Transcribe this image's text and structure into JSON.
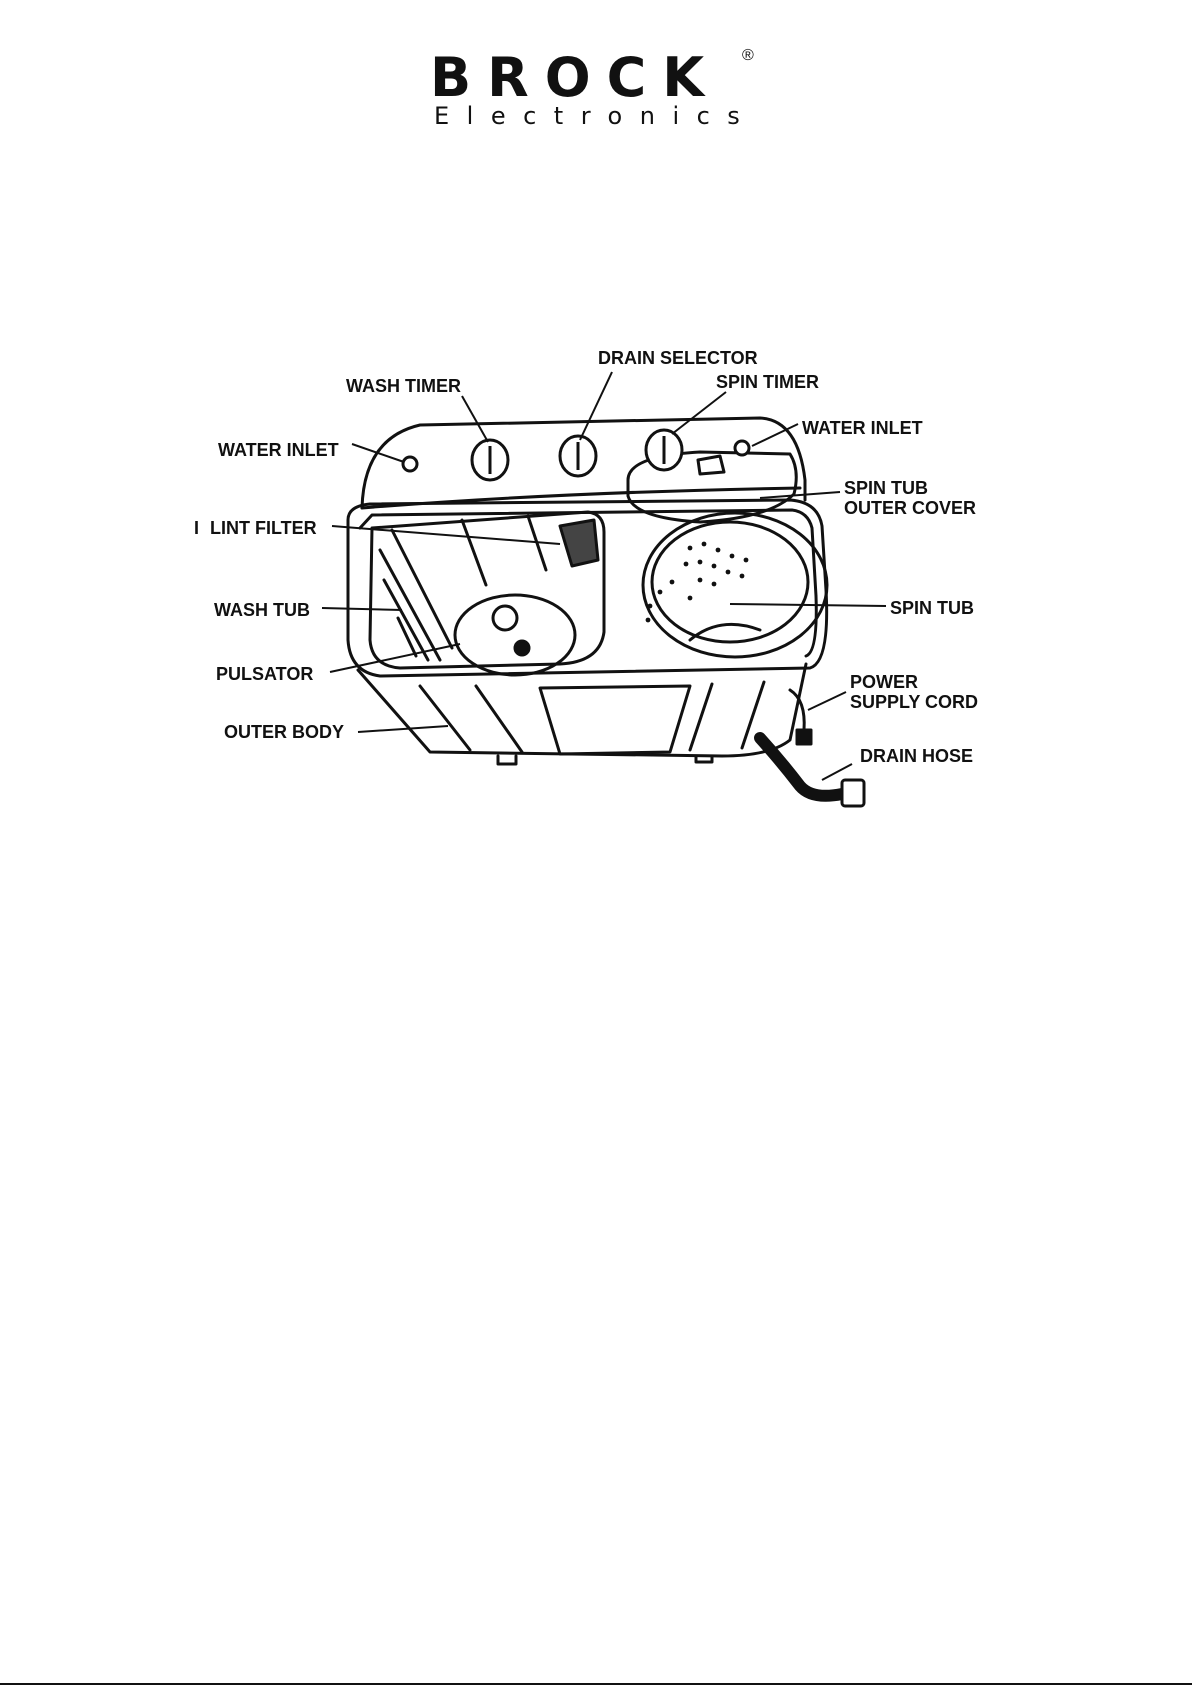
{
  "logo": {
    "brand": "BROCK",
    "registered": "®",
    "subtitle": "Electronics"
  },
  "labels": {
    "drain_selector": "DRAIN SELECTOR",
    "wash_timer": "WASH TIMER",
    "spin_timer": "SPIN TIMER",
    "water_inlet_left": "WATER INLET",
    "water_inlet_right": "WATER INLET",
    "spin_tub_outer_cover_line1": "SPIN TUB",
    "spin_tub_outer_cover_line2": "OUTER COVER",
    "lint_filter": "LINT FILTER",
    "lint_filter_prefix": "I",
    "wash_tub": "WASH TUB",
    "spin_tub": "SPIN TUB",
    "pulsator": "PULSATOR",
    "power_supply_cord_line1": "POWER",
    "power_supply_cord_line2": "SUPPLY CORD",
    "outer_body": "OUTER BODY",
    "drain_hose": "DRAIN HOSE"
  }
}
